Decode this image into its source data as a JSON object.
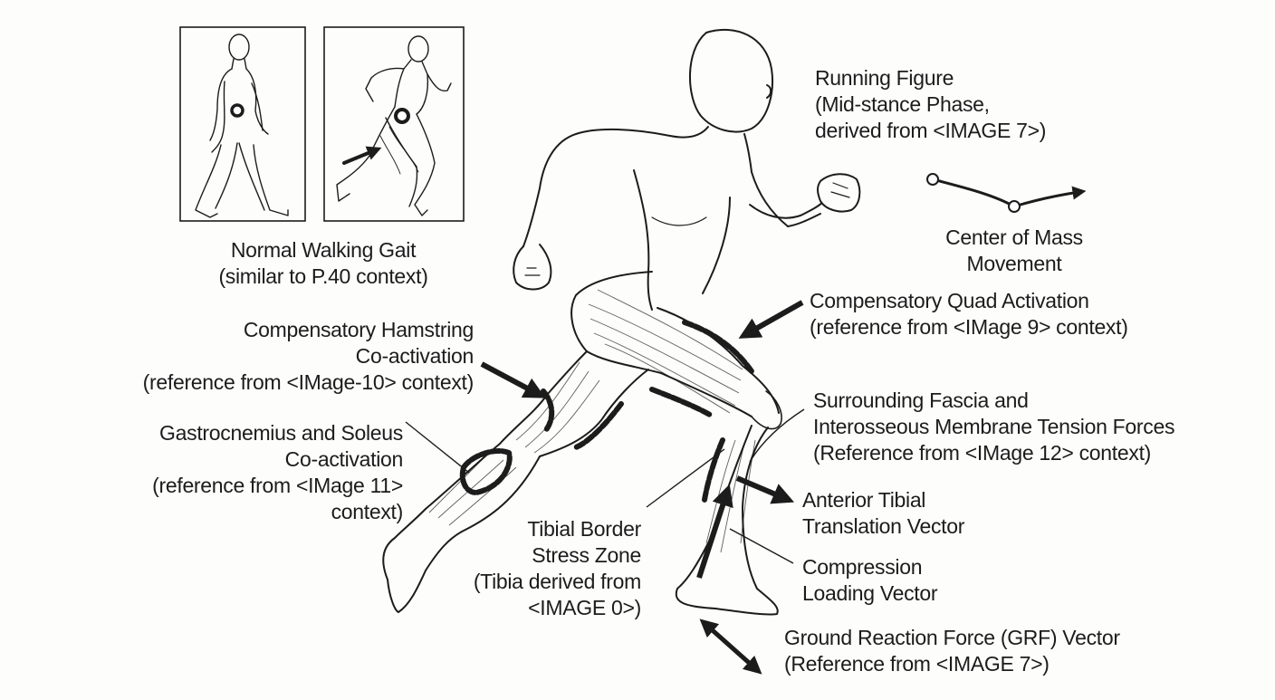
{
  "colors": {
    "ink": "#1c1c1c",
    "background": "#fdfdfc",
    "muscle_fill": "#eeeeec"
  },
  "panels": {
    "walking": {
      "icon": "walking-figure-icon"
    },
    "running": {
      "icon": "running-figure-small-icon"
    }
  },
  "labels": {
    "walking_gait": {
      "line1": "Normal Walking Gait",
      "line2": "(similar to P.40 context)"
    },
    "running_figure": {
      "line1": "Running Figure",
      "line2": "(Mid-stance Phase,",
      "line3": "derived from <IMAGE 7>)"
    },
    "center_of_mass": {
      "line1": "Center of Mass",
      "line2": "Movement"
    },
    "quad": {
      "line1": "Compensatory Quad Activation",
      "line2": "(reference from <IMage 9> context)"
    },
    "hamstring": {
      "line1": "Compensatory Hamstring",
      "line2": "Co-activation",
      "line3": "(reference from <IMage-10> context)"
    },
    "fascia": {
      "line1": "Surrounding Fascia and",
      "line2": "Interosseous Membrane Tension Forces",
      "line3": "(Reference from <IMage 12> context)"
    },
    "gastroc": {
      "line1": "Gastrocnemius and Soleus",
      "line2": "Co-activation",
      "line3": "(reference from <IMage 11>",
      "line4": "context)"
    },
    "tibial_translation": {
      "line1": "Anterior Tibial",
      "line2": "Translation Vector"
    },
    "tibial_border": {
      "line1": "Tibial Border",
      "line2": "Stress Zone",
      "line3": "(Tibia derived from",
      "line4": "<IMAGE 0>)"
    },
    "compression": {
      "line1": "Compression",
      "line2": "Loading Vector"
    },
    "grf": {
      "line1": "Ground Reaction Force (GRF) Vector",
      "line2": "(Reference from <IMAGE 7>)"
    }
  }
}
